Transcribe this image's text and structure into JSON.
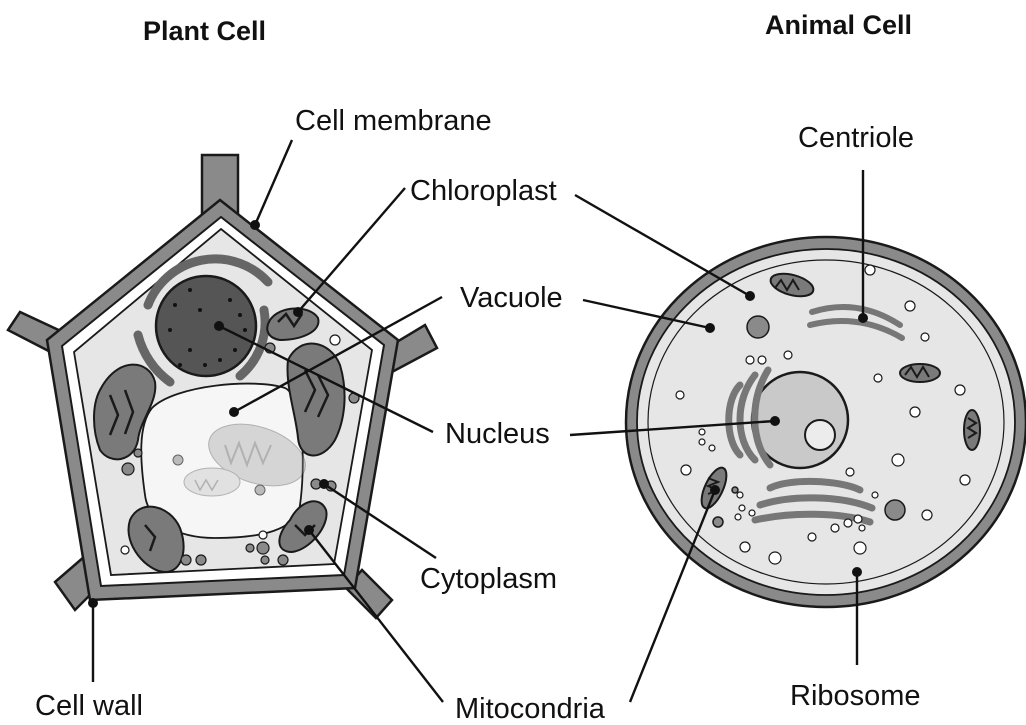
{
  "titles": {
    "plant": "Plant Cell",
    "animal": "Animal Cell"
  },
  "labels": {
    "cell_membrane": "Cell membrane",
    "chloroplast": "Chloroplast",
    "vacuole": "Vacuole",
    "nucleus": "Nucleus",
    "cytoplasm": "Cytoplasm",
    "mitocondria": "Mitocondria",
    "cell_wall": "Cell wall",
    "centriole": "Centriole",
    "ribosome": "Ribosome"
  },
  "colors": {
    "outline": "#1a1a1a",
    "wall": "#8a8a8a",
    "cytoplasm": "#e6e6e6",
    "vacuole": "#f5f5f5",
    "nucleus_plant": "#555555",
    "nucleus_animal": "#c9c9c9",
    "organelle": "#7a7a7a"
  }
}
